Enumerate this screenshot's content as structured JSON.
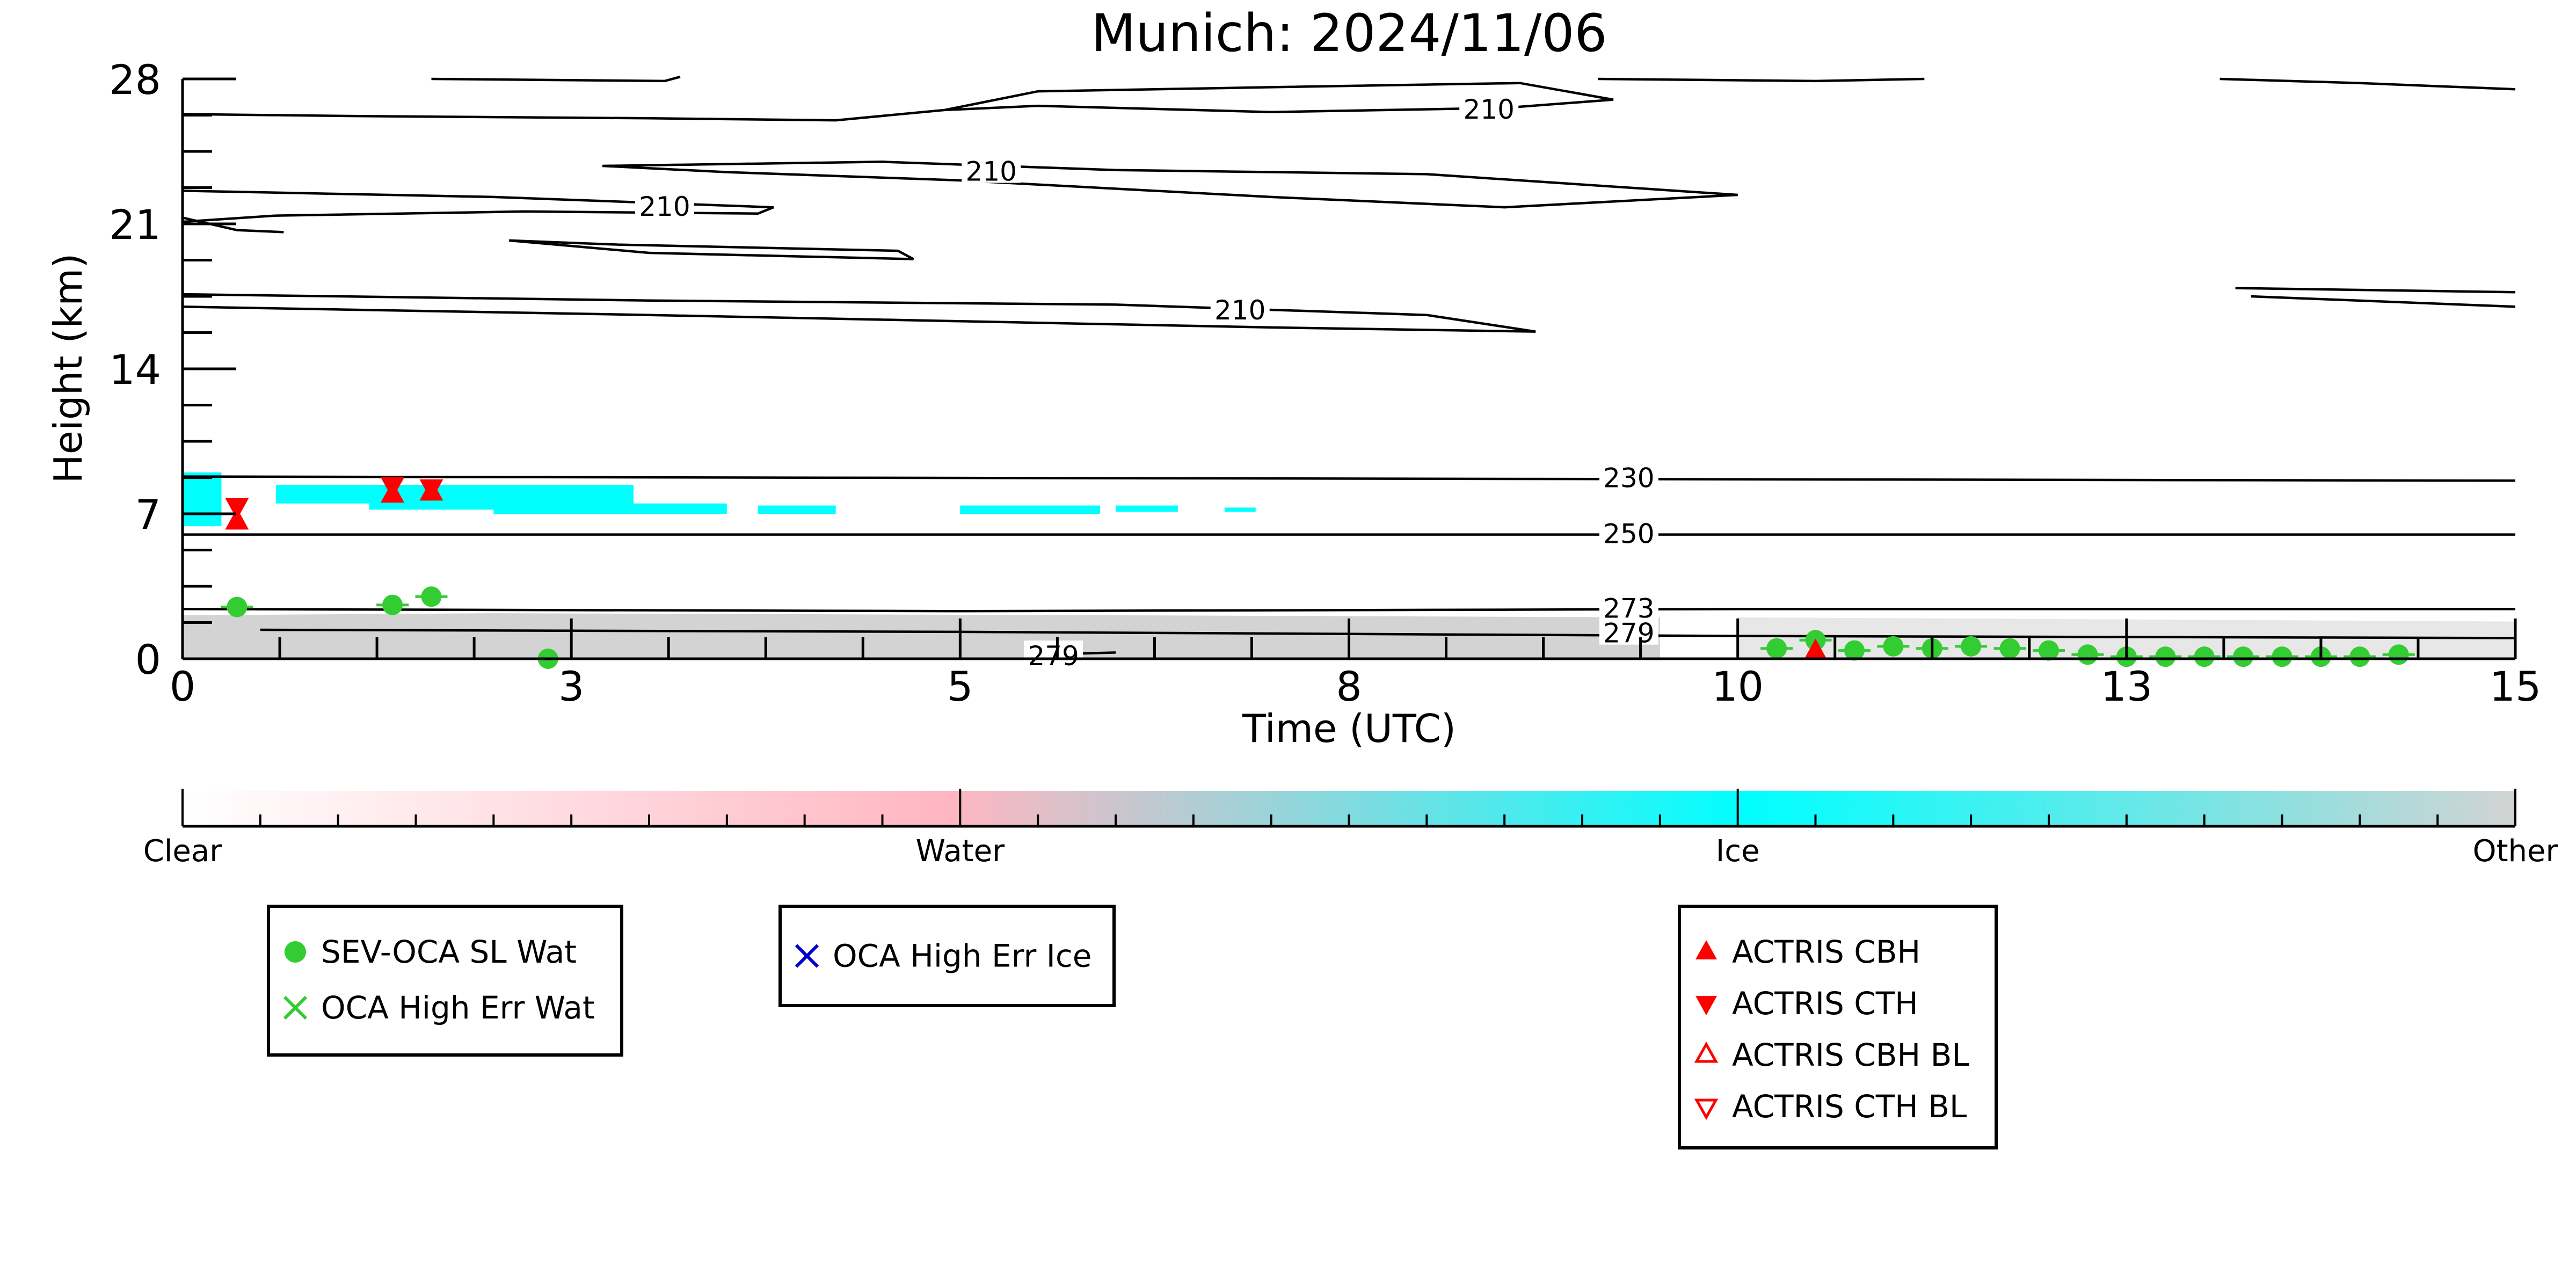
{
  "chart_data": {
    "type": "scatter",
    "title": "Munich: 2024/11/06",
    "xlabel": "Time (UTC)",
    "ylabel": "Height (km)",
    "xlim": [
      0,
      15
    ],
    "ylim": [
      0,
      28
    ],
    "xticks": [
      "0",
      "3",
      "5",
      "8",
      "10",
      "13",
      "15"
    ],
    "xtick_values": [
      0,
      2.5,
      5,
      7.5,
      10,
      12.5,
      15
    ],
    "yticks": [
      "0",
      "7",
      "21",
      "14",
      "28"
    ],
    "ytick_values": [
      0,
      7,
      21,
      14,
      28
    ],
    "grid": false,
    "contours": [
      {
        "label": "210",
        "level": 210,
        "segments": [
          [
            [
              0,
              26.3
            ],
            [
              1.2,
              26.2
            ],
            [
              3,
              26.1
            ],
            [
              4.2,
              26.0
            ],
            [
              4.9,
              26.5
            ],
            [
              5.5,
              26.7
            ],
            [
              7,
              26.4
            ],
            [
              8.5,
              26.6
            ],
            [
              9.2,
              27.0
            ],
            [
              8.6,
              27.8
            ],
            [
              7,
              27.6
            ],
            [
              5.5,
              27.4
            ],
            [
              4.9,
              26.5
            ]
          ],
          [
            [
              0,
              21.3
            ],
            [
              0.35,
              20.7
            ],
            [
              0.65,
              20.6
            ]
          ],
          [
            [
              0,
              22.6
            ],
            [
              2,
              22.3
            ],
            [
              3.8,
              21.8
            ],
            [
              3.7,
              21.5
            ],
            [
              2.2,
              21.6
            ],
            [
              0.6,
              21.4
            ],
            [
              0,
              21.1
            ]
          ],
          [
            [
              2.8,
              20.0
            ],
            [
              4.6,
              19.7
            ],
            [
              4.7,
              19.3
            ],
            [
              3,
              19.6
            ],
            [
              2.1,
              20.2
            ],
            [
              2.8,
              20.0
            ]
          ],
          [
            [
              2.7,
              23.8
            ],
            [
              4.5,
              24.0
            ],
            [
              6,
              23.6
            ],
            [
              8,
              23.4
            ],
            [
              10,
              22.4
            ],
            [
              8.5,
              21.8
            ],
            [
              7,
              22.3
            ],
            [
              5,
              23.1
            ],
            [
              3.5,
              23.5
            ],
            [
              2.7,
              23.8
            ]
          ],
          [
            [
              0,
              17.6
            ],
            [
              3,
              17.3
            ],
            [
              6,
              17.1
            ],
            [
              8,
              16.6
            ],
            [
              8.7,
              15.8
            ],
            [
              7,
              16.0
            ],
            [
              5,
              16.3
            ],
            [
              3,
              16.6
            ],
            [
              0,
              17.0
            ]
          ],
          [
            [
              1.6,
              28.0
            ],
            [
              3.1,
              27.9
            ],
            [
              3.2,
              28.1
            ]
          ],
          [
            [
              9.1,
              28.0
            ],
            [
              10.5,
              27.9
            ],
            [
              11.2,
              28.0
            ]
          ],
          [
            [
              13.1,
              28.0
            ],
            [
              14,
              27.8
            ],
            [
              15,
              27.5
            ]
          ],
          [
            [
              13.2,
              17.9
            ],
            [
              15,
              17.7
            ]
          ],
          [
            [
              13.3,
              17.5
            ],
            [
              15,
              17.0
            ]
          ]
        ]
      },
      {
        "label": "230",
        "level": 230,
        "segments": [
          [
            [
              0,
              8.8
            ],
            [
              15,
              8.6
            ]
          ]
        ]
      },
      {
        "label": "250",
        "level": 250,
        "segments": [
          [
            [
              0,
              6.0
            ],
            [
              15,
              6.0
            ]
          ]
        ]
      },
      {
        "label": "273",
        "level": 273,
        "segments": [
          [
            [
              0,
              2.4
            ],
            [
              5,
              2.3
            ],
            [
              10,
              2.4
            ],
            [
              15,
              2.4
            ]
          ]
        ]
      },
      {
        "label": "279",
        "level": 279,
        "segments": [
          [
            [
              0.5,
              1.4
            ],
            [
              5,
              1.3
            ],
            [
              10,
              1.1
            ],
            [
              15,
              1.0
            ]
          ]
        ]
      },
      {
        "label": "279",
        "level": 279,
        "segments": [
          [
            [
              5.5,
              0.2
            ],
            [
              6,
              0.3
            ]
          ]
        ]
      }
    ],
    "categories_colorbar": [
      "Clear",
      "Water",
      "Ice",
      "Other"
    ],
    "colorbar_colors": {
      "Clear": "#ffffff",
      "Water": "#ffb6c1",
      "Ice": "#00ffff",
      "Other": "#d3d3d3"
    },
    "series": [
      {
        "name": "SEV-OCA SL Wat",
        "marker": "circle",
        "color": "#33cc33",
        "x": [
          0.35,
          1.35,
          1.6,
          2.35,
          10.25,
          10.5,
          10.75,
          11.0,
          11.25,
          11.5,
          11.75,
          12.0,
          12.25,
          12.5,
          12.75,
          13.0,
          13.25,
          13.5,
          13.75,
          14.0,
          14.25
        ],
        "y": [
          2.5,
          2.6,
          3.0,
          0.0,
          0.5,
          0.9,
          0.4,
          0.6,
          0.5,
          0.6,
          0.5,
          0.4,
          0.2,
          0.1,
          0.1,
          0.1,
          0.1,
          0.1,
          0.1,
          0.1,
          0.2
        ]
      },
      {
        "name": "OCA High Err Wat",
        "marker": "x",
        "color": "#33cc33",
        "x": [],
        "y": []
      },
      {
        "name": "OCA High Err Ice",
        "marker": "x",
        "color": "#0000cc",
        "x": [],
        "y": []
      },
      {
        "name": "ACTRIS CBH",
        "marker": "triangle-up",
        "color": "#ff0000",
        "x": [
          0.35,
          1.35,
          1.6,
          10.5
        ],
        "y": [
          6.6,
          7.9,
          8.0,
          0.3
        ]
      },
      {
        "name": "ACTRIS CTH",
        "marker": "triangle-down",
        "color": "#ff0000",
        "x": [
          0.35,
          1.35,
          1.6
        ],
        "y": [
          7.4,
          8.4,
          8.3
        ]
      },
      {
        "name": "ACTRIS CBH BL",
        "marker": "triangle-up-open",
        "color": "#ff0000",
        "x": [],
        "y": []
      },
      {
        "name": "ACTRIS CTH BL",
        "marker": "triangle-down-open",
        "color": "#ff0000",
        "x": [],
        "y": []
      }
    ],
    "legend_groups": [
      [
        "SEV-OCA SL Wat",
        "OCA High Err Wat"
      ],
      [
        "OCA High Err Ice"
      ],
      [
        "ACTRIS CBH",
        "ACTRIS CTH",
        "ACTRIS CBH BL",
        "ACTRIS CTH BL"
      ]
    ]
  }
}
